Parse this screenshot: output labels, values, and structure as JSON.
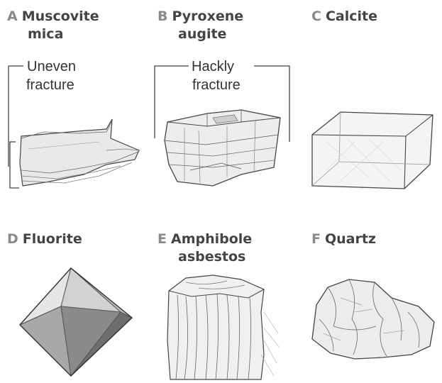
{
  "specimens": [
    {
      "letter": "A",
      "name_line1": "Muscovite",
      "name_line2": "mica",
      "note_line1": "Uneven",
      "note_line2": "fracture"
    },
    {
      "letter": "B",
      "name_line1": "Pyroxene",
      "name_line2": "augite",
      "note_line1": "Hackly",
      "note_line2": "fracture"
    },
    {
      "letter": "C",
      "name_line1": "Calcite"
    },
    {
      "letter": "D",
      "name_line1": "Fluorite"
    },
    {
      "letter": "E",
      "name_line1": "Amphibole",
      "name_line2": "asbestos"
    },
    {
      "letter": "F",
      "name_line1": "Quartz"
    }
  ]
}
